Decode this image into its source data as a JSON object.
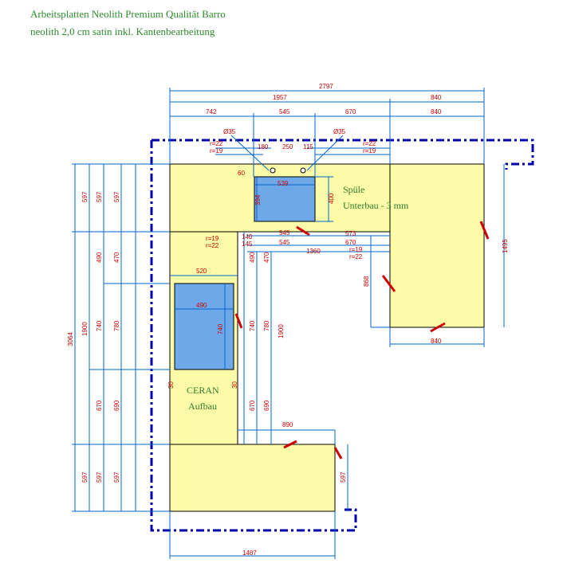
{
  "header": {
    "line1": "Arbeitsplatten Neolith Premium Qualität Barro",
    "line2": "neolith 2,0 cm satin inkl. Kantenbearbeitung"
  },
  "labels": {
    "sink": "Spüle",
    "sink_mount": "Unterbau - 3 mm",
    "hob": "CERAN",
    "hob_mount": "Aufbau"
  },
  "colors": {
    "worktop": "#fcfca8",
    "cutout": "#6fa8e8",
    "dim_line": "#0066cc",
    "dim_text": "#cc0000",
    "outline": "#000000",
    "wall_dash": "#0000aa",
    "label_text": "#2e7d2e"
  },
  "dimensions": {
    "total_width": "2797",
    "upper_left": "1957",
    "upper_right": "840",
    "seg_742": "742",
    "seg_545": "545",
    "seg_670": "670",
    "seg_840": "840",
    "dia_left": "Ø35",
    "dia_right": "Ø35",
    "r22_a": "r=22",
    "r19_a": "r=19",
    "r22_b": "r=22",
    "r19_b": "r=19",
    "d180": "180",
    "d250": "250",
    "d115": "115",
    "d60": "60",
    "sink_w": "539",
    "sink_h": "394",
    "sink_h_outer": "400",
    "d545b": "545",
    "d573": "573",
    "d670b": "670",
    "d1360": "1360",
    "d140": "140",
    "d145": "145",
    "r19_c": "r=19",
    "r22_c": "r=22",
    "r19_d": "r=19",
    "r22_d": "r=22",
    "d1495": "1495",
    "d868": "868",
    "d840b": "840",
    "hob_outer": "520",
    "hob_w": "490",
    "hob_h": "740",
    "d3064": "3064",
    "left_597": "597",
    "left_490": "490",
    "left_470": "470",
    "left_740": "740",
    "left_780": "780",
    "left_670": "670",
    "left_690": "690",
    "left_1900": "1900",
    "mid_490": "490",
    "mid_740": "740",
    "mid_670": "670",
    "mid_690": "690",
    "mid_1900": "1900",
    "d890": "890",
    "bottom_597": "597",
    "bottom_1487": "1487",
    "hob_small": "30"
  }
}
